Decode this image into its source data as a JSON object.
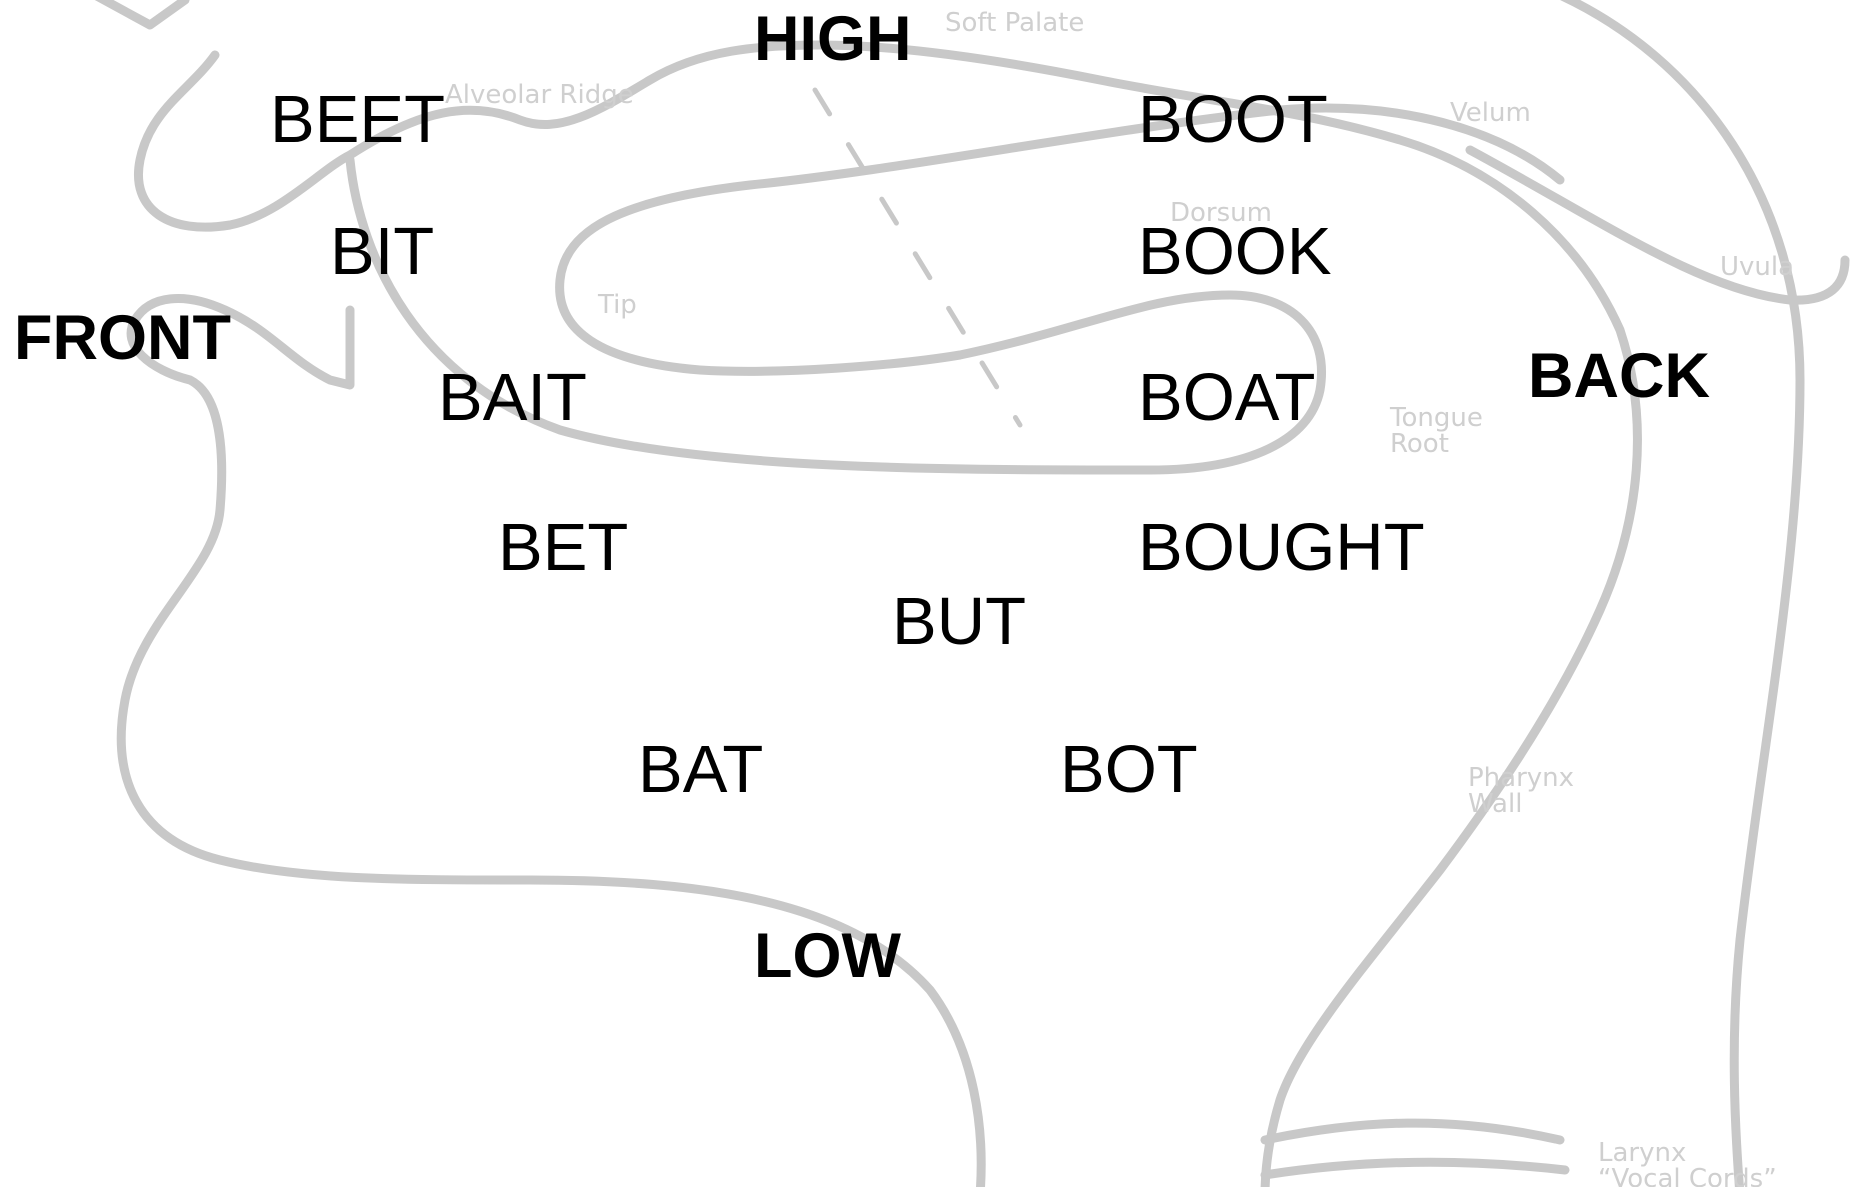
{
  "axes": {
    "high": "HIGH",
    "low": "LOW",
    "front": "FRONT",
    "back": "BACK"
  },
  "vowel_words": {
    "beet": "BEET",
    "bit": "BIT",
    "bait": "BAIT",
    "bet": "BET",
    "bat": "BAT",
    "but": "BUT",
    "boot": "BOOT",
    "book": "BOOK",
    "boat": "BOAT",
    "bought": "BOUGHT",
    "bot": "BOT"
  },
  "anatomy_labels": {
    "soft_palate": "Soft Palate",
    "alveolar_ridge": "Alveolar Ridge",
    "velum": "Velum",
    "dorsum": "Dorsum",
    "uvula": "Uvula",
    "tip": "Tip",
    "tongue_root_line1": "Tongue",
    "tongue_root_line2": "Root",
    "pharynx_wall_line1": "Pharynx",
    "pharynx_wall_line2": "Wall",
    "larynx_line1": "Larynx",
    "larynx_line2": "“Vocal Cords”"
  },
  "colors": {
    "outline": "#c8c8c8",
    "anatomy_text": "#cfcfcf",
    "vowel_text": "#000000"
  }
}
